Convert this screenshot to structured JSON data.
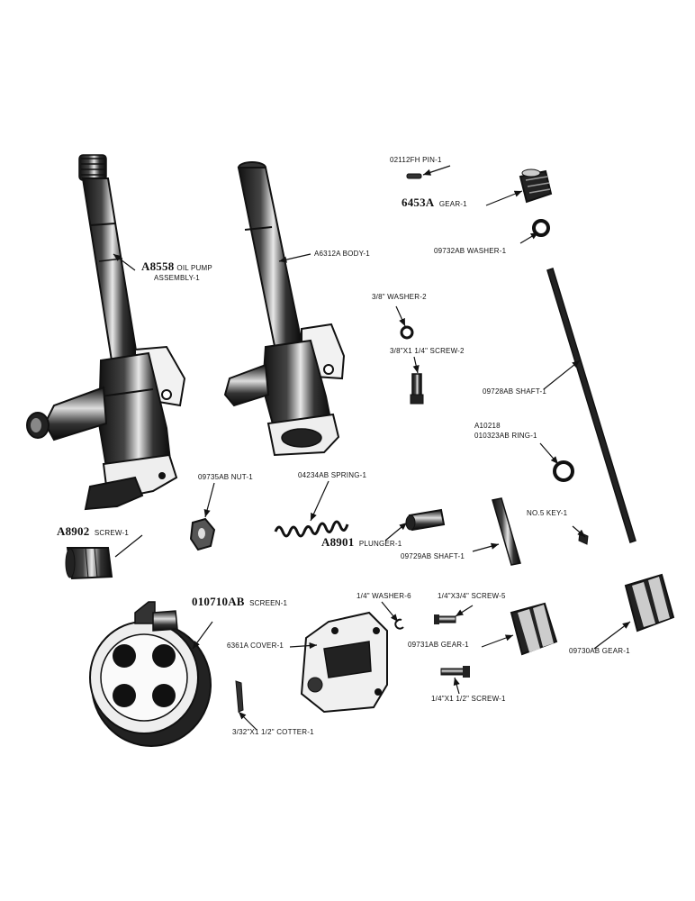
{
  "labels": {
    "pin": "02112FH PIN-1",
    "gear_6453a_code": "6453A",
    "gear_6453a_text": "GEAR-1",
    "washer_09732": "09732AB WASHER-1",
    "oil_pump_code": "A8558",
    "oil_pump_line1": "OIL PUMP",
    "oil_pump_line2": "ASSEMBLY-1",
    "body": "A6312A BODY-1",
    "washer_38": "3/8\" WASHER-2",
    "screw_38": "3/8\"X1 1/4\" SCREW-2",
    "shaft_09728": "09728AB SHAFT-1",
    "ring_line1": "A10218",
    "ring_line2": "010323AB RING-1",
    "nut": "09735AB NUT-1",
    "spring": "04234AB SPRING-1",
    "screw_a8902_code": "A8902",
    "screw_a8902_text": "SCREW-1",
    "plunger_code": "A8901",
    "plunger_text": "PLUNGER-1",
    "shaft_09729": "09729AB SHAFT-1",
    "key": "NO.5 KEY-1",
    "screen_code": "010710AB",
    "screen_text": "SCREEN-1",
    "washer_14": "1/4\" WASHER-6",
    "screw_14_34": "1/4\"X3/4\" SCREW-5",
    "cover": "6361A COVER-1",
    "gear_09731": "09731AB GEAR-1",
    "gear_09730": "09730AB GEAR-1",
    "screw_14_112": "1/4\"X1 1/2\" SCREW-1",
    "cotter": "3/32\"X1 1/2\" COTTER-1"
  },
  "colors": {
    "ink": "#111111",
    "paper": "#ffffff",
    "mid": "#777777",
    "light": "#cfcfcf"
  }
}
